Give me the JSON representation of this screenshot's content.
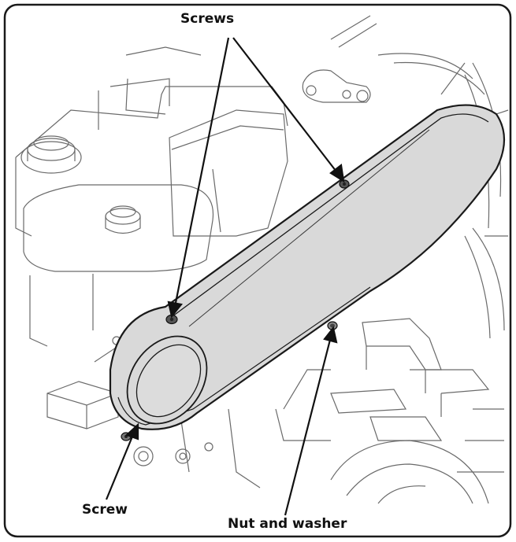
{
  "callouts": {
    "screws": "Screws",
    "screw": "Screw",
    "nut_and_washer": "Nut and washer"
  },
  "colors": {
    "guard_fill": "#d9d9d9",
    "line": "#1a1a1a",
    "faint_line": "#6a6a6a",
    "background": "#ffffff"
  }
}
